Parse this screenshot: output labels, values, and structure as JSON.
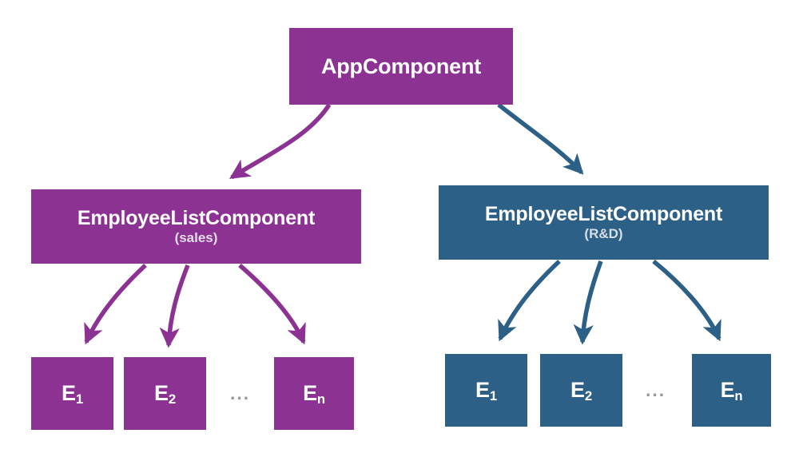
{
  "diagram": {
    "title": "Angular component tree with two EmployeeListComponent branches",
    "colors": {
      "purple": "#8B3293",
      "blue": "#2D6086",
      "white": "#FFFFFF",
      "sub_label_on_purple": "#E3DCE6",
      "sub_label_on_blue": "#D7DFE6",
      "ellipsis_gray": "#9B9B9B",
      "background": "#FFFFFF"
    },
    "root": {
      "label": "AppComponent",
      "color": "#8B3293"
    },
    "branches": [
      {
        "id": "sales",
        "label": "EmployeeListComponent",
        "sublabel": "(sales)",
        "color": "#8B3293",
        "children": [
          {
            "base": "E",
            "subscript": "1"
          },
          {
            "base": "E",
            "subscript": "2"
          },
          {
            "base": "E",
            "subscript": "n"
          }
        ],
        "ellipsis": "..."
      },
      {
        "id": "rnd",
        "label": "EmployeeListComponent",
        "sublabel": "(R&D)",
        "color": "#2D6086",
        "children": [
          {
            "base": "E",
            "subscript": "1"
          },
          {
            "base": "E",
            "subscript": "2"
          },
          {
            "base": "E",
            "subscript": "n"
          }
        ],
        "ellipsis": "..."
      }
    ]
  }
}
